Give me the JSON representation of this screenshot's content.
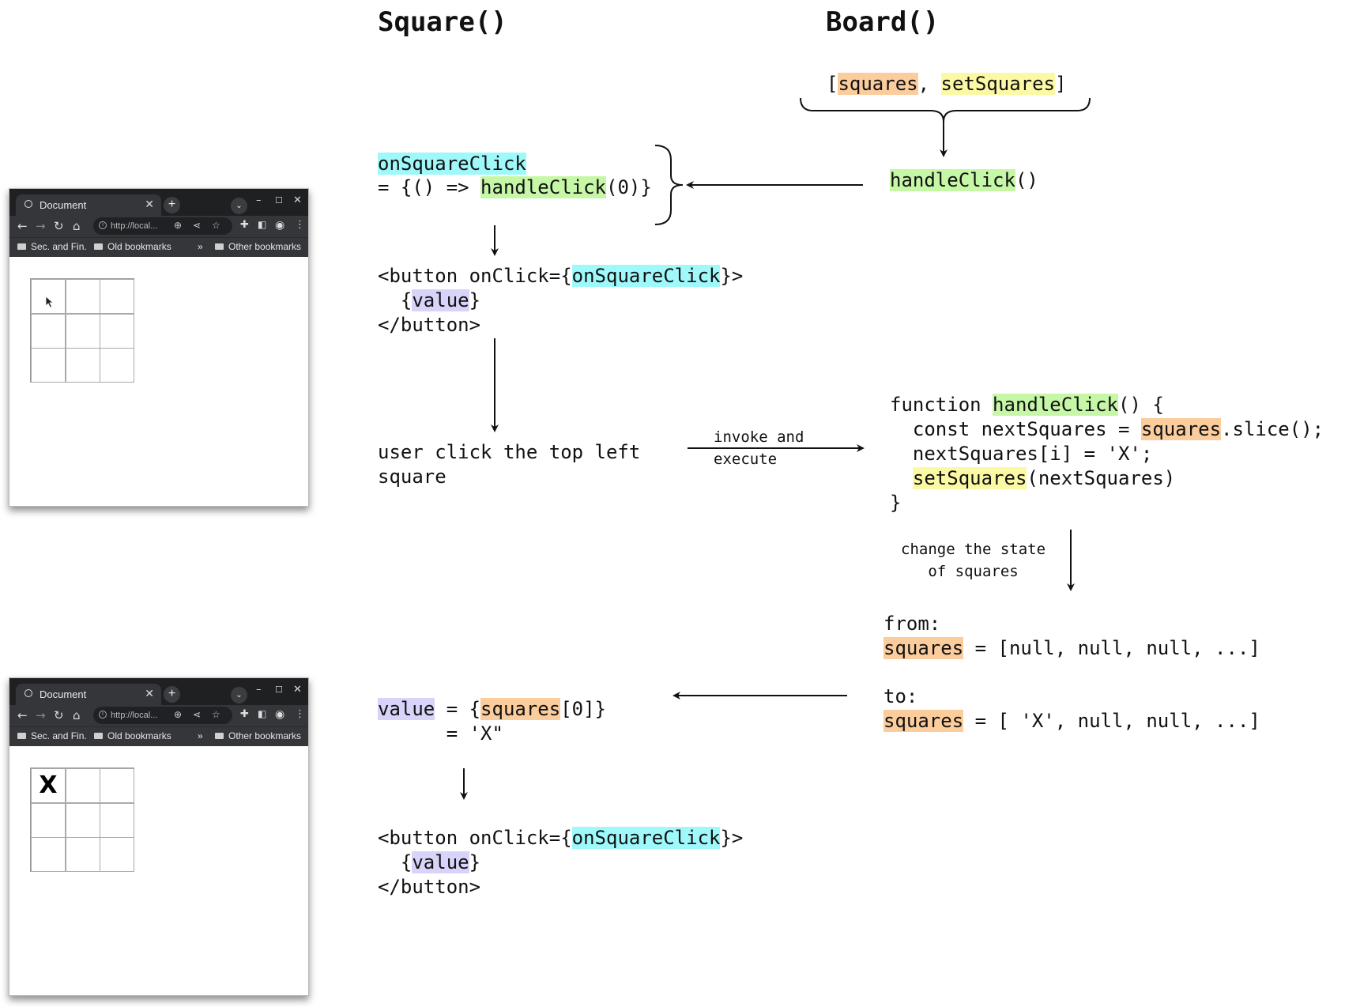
{
  "titles": {
    "square": "Square()",
    "board": "Board()"
  },
  "board_state": {
    "open": "[",
    "squares": "squares",
    "comma": ", ",
    "set_squares": "setSquares",
    "close": "]"
  },
  "board_handleclick": {
    "name": "handleClick",
    "parens": "()"
  },
  "square_prop": {
    "name": "onSquareClick",
    "prefix": "= {() => ",
    "handler": "handleClick",
    "suffix": "(0)}"
  },
  "button_jsx": {
    "open_prefix": "<button onClick={",
    "prop": "onSquareClick",
    "open_suffix": "}>",
    "value_open": "  {",
    "value": "value",
    "value_close": "}",
    "close_tag": "</button>"
  },
  "user_click": {
    "line1": "user click the top left",
    "line2": "square"
  },
  "invoke_label": {
    "line1": "invoke and",
    "line2": "execute"
  },
  "function_code": {
    "kw": "function ",
    "name": "handleClick",
    "sig_rest": "() {",
    "line2_prefix": "  const nextSquares = ",
    "line2_squares": "squares",
    "line2_suffix": ".slice();",
    "line3": "  nextSquares[i] = 'X';",
    "line4_prefix": "  ",
    "line4_set": "setSquares",
    "line4_suffix": "(nextSquares)",
    "line5": "}"
  },
  "change_label": {
    "line1": "change the state",
    "line2": "   of squares"
  },
  "state_change": {
    "from_label": "from:",
    "from_var": "squares",
    "from_value": " = [null, null, null, ...]",
    "to_label": "to:",
    "to_var": "squares",
    "to_value": " = [ 'X', null, null, ...]"
  },
  "value_assign": {
    "var": "value",
    "eq": " = {",
    "squares": "squares",
    "index": "[0]}",
    "line2": "      = 'X\""
  },
  "browser_top": {
    "tab_title": "Document",
    "url": "http://local...",
    "bookmarks": [
      "Sec. and Fin.",
      "Old bookmarks",
      "Other bookmarks"
    ],
    "overflow": "»",
    "cells": [
      "",
      "",
      "",
      "",
      "",
      "",
      "",
      "",
      ""
    ]
  },
  "browser_bottom": {
    "tab_title": "Document",
    "url": "http://local...",
    "bookmarks": [
      "Sec. and Fin.",
      "Old bookmarks",
      "Other bookmarks"
    ],
    "overflow": "»",
    "cells": [
      "X",
      "",
      "",
      "",
      "",
      "",
      "",
      "",
      ""
    ]
  },
  "colors": {
    "cyan": "#9ff9fb",
    "green": "#c6f7a6",
    "orange": "#fbcc9c",
    "yellow": "#fcf9a5",
    "purple": "#d8d4f9"
  }
}
